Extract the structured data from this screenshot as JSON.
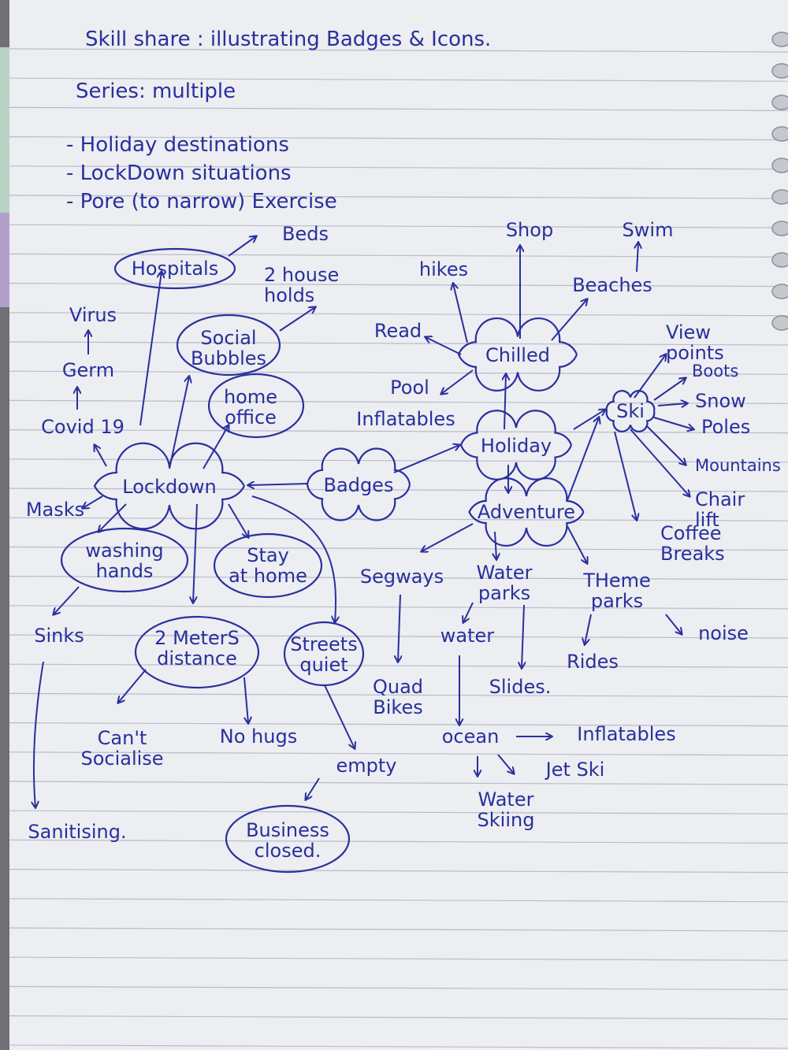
{
  "header": {
    "title": "Skill share : illustrating Badges & Icons.",
    "series": "Series: multiple",
    "list": [
      "- Holiday destinations",
      "- LockDown situations",
      "- Pore (to narrow) Exercise"
    ]
  },
  "mindmap": {
    "nodes": {
      "badges": "Badges",
      "lockdown": "Lockdown",
      "holiday": "Holiday",
      "hospitals": "Hospitals",
      "beds": "Beds",
      "social_bubbles": [
        "Social",
        "Bubbles"
      ],
      "two_households": [
        "2 house",
        "holds"
      ],
      "home_office": [
        "home",
        "office"
      ],
      "covid19": "Covid 19",
      "germ": "Germ",
      "virus": "Virus",
      "masks": "Masks",
      "washing_hands": [
        "washing",
        "hands"
      ],
      "stay_at_home": [
        "Stay",
        "at home"
      ],
      "sinks": "Sinks",
      "sanitising": "Sanitising.",
      "two_meters": [
        "2 MeterS",
        "distance"
      ],
      "cant_socialise": [
        "Can't",
        "Socialise"
      ],
      "no_hugs": "No hugs",
      "streets_quiet": [
        "Streets",
        "quiet"
      ],
      "empty": "empty",
      "business_closed": [
        "Business",
        "closed."
      ],
      "chilled": "Chilled",
      "read": "Read",
      "hikes": "hikes",
      "shop": "Shop",
      "beaches": "Beaches",
      "swim": "Swim",
      "pool": "Pool",
      "pool_inflatables": "Inflatables",
      "ski": "Ski",
      "view_points": [
        "View",
        "points"
      ],
      "boots": "Boots",
      "snow": "Snow",
      "poles": "Poles",
      "mountains": "Mountains",
      "chair_lift": [
        "Chair",
        "lift"
      ],
      "coffee_breaks": [
        "Coffee",
        "Breaks"
      ],
      "adventure": "Adventure",
      "segways": "Segways",
      "quad_bikes": [
        "Quad",
        "Bikes"
      ],
      "water_parks": [
        "Water",
        "parks"
      ],
      "water": "water",
      "slides": "Slides.",
      "ocean": "ocean",
      "ocean_inflatables": "Inflatables",
      "jet_ski": "Jet Ski",
      "water_skiing": [
        "Water",
        "Skiing"
      ],
      "theme_parks": [
        "THeme",
        "parks"
      ],
      "rides": "Rides",
      "noise": "noise"
    }
  },
  "colors": {
    "ink": "#2a2f9e",
    "paper": "#eceef1",
    "rule_line": "#b9bccb",
    "margin_sheet": "#b9d2c4",
    "purple_sheet": "#b2a0c9",
    "spiral": "#c7c7cf"
  }
}
